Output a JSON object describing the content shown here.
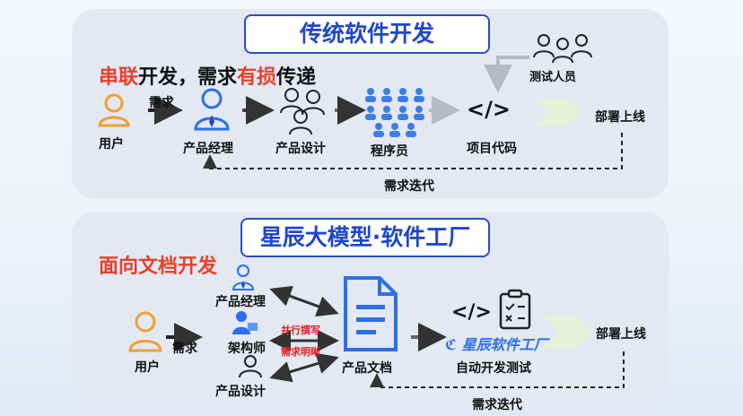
{
  "top": {
    "title": "传统软件开发",
    "headline_a": "串联",
    "headline_b": "开发，需求",
    "headline_c": "有损",
    "headline_d": "传递",
    "user": "用户",
    "demand": "需求",
    "pm": "产品经理",
    "designer": "产品设计",
    "programmers": "程序员",
    "code": "项目代码",
    "testers": "测试人员",
    "deploy": "部署上线",
    "iterate": "需求迭代"
  },
  "bottom": {
    "title": "星辰大模型·软件工厂",
    "headline": "面向文档开发",
    "user": "用户",
    "demand": "需求",
    "pm": "产品经理",
    "architect": "架构师",
    "designer": "产品设计",
    "parallel": "并行撰写",
    "clear": "需求明晰",
    "doc": "产品文档",
    "brand": "星辰软件工厂",
    "auto": "自动开发测试",
    "deploy": "部署上线",
    "iterate": "需求迭代"
  },
  "colors": {
    "accent_blue": "#1f47c8",
    "highlight_red": "#e8402a",
    "user_orange": "#f0a030",
    "icon_blue": "#2c6fe6"
  }
}
